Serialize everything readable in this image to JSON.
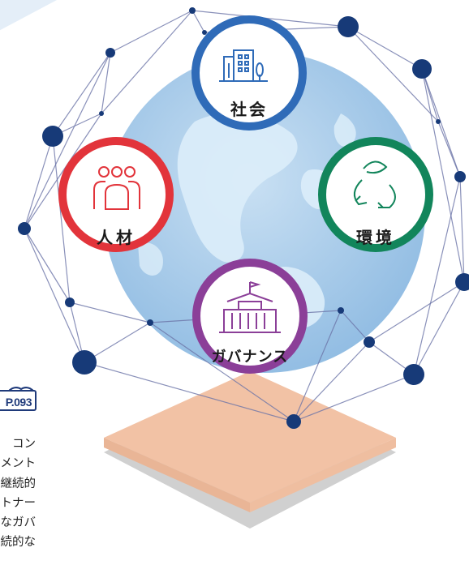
{
  "pillars": [
    {
      "label": "社会",
      "icon": "building-icon",
      "color": "#2f6bb8"
    },
    {
      "label": "人材",
      "icon": "people-icon",
      "color": "#e2343b"
    },
    {
      "label": "環境",
      "icon": "recycle-leaf-icon",
      "color": "#12855b"
    },
    {
      "label": "ガバナンス",
      "icon": "government-building-icon",
      "color": "#8b3f98"
    }
  ],
  "page_ref": {
    "label": "P.093",
    "icon": "book-icon"
  },
  "side_text_lines": [
    "コン",
    "メント",
    "継続的",
    "トナー",
    "なガバ",
    "続的な"
  ],
  "colors": {
    "globe": "#a9cdea",
    "land": "#d9ecf8",
    "node": "#173a78",
    "network_line": "#6b74a8",
    "platform_top": "#f4c4a8",
    "platform_shadow": "#cfcfcf"
  }
}
